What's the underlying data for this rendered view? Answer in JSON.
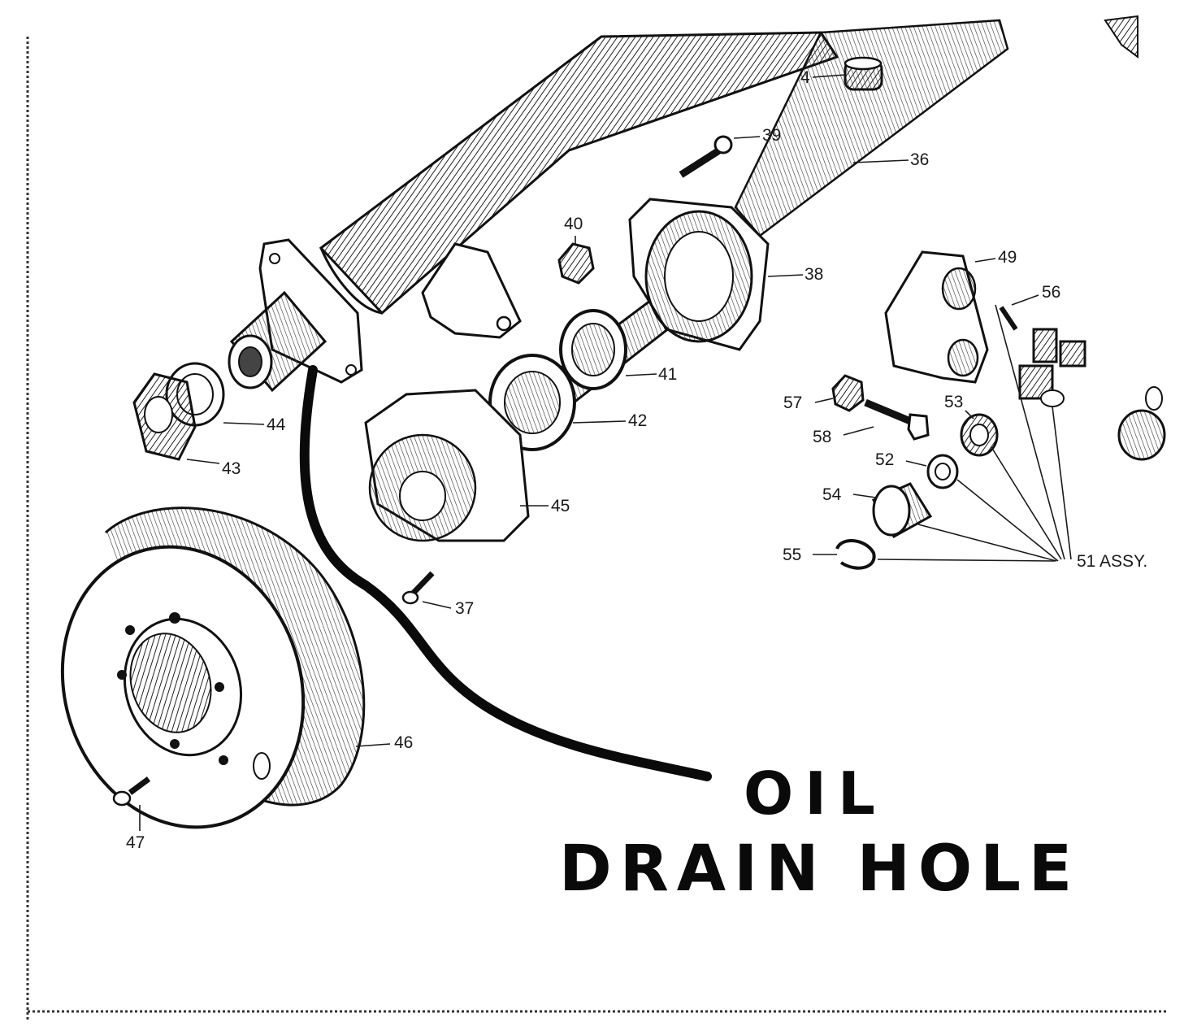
{
  "callouts": [
    {
      "id": "4",
      "label": "4"
    },
    {
      "id": "39",
      "label": "39"
    },
    {
      "id": "36",
      "label": "36"
    },
    {
      "id": "40",
      "label": "40"
    },
    {
      "id": "38",
      "label": "38"
    },
    {
      "id": "49",
      "label": "49"
    },
    {
      "id": "56",
      "label": "56"
    },
    {
      "id": "41",
      "label": "41"
    },
    {
      "id": "44",
      "label": "44"
    },
    {
      "id": "43",
      "label": "43"
    },
    {
      "id": "57",
      "label": "57"
    },
    {
      "id": "53",
      "label": "53"
    },
    {
      "id": "42",
      "label": "42"
    },
    {
      "id": "58",
      "label": "58"
    },
    {
      "id": "52",
      "label": "52"
    },
    {
      "id": "54",
      "label": "54"
    },
    {
      "id": "45",
      "label": "45"
    },
    {
      "id": "55",
      "label": "55"
    },
    {
      "id": "51",
      "label": "51 ASSY."
    },
    {
      "id": "37",
      "label": "37"
    },
    {
      "id": "46",
      "label": "46"
    },
    {
      "id": "47",
      "label": "47"
    }
  ],
  "annotation": {
    "line1": "OIL",
    "line2": "DRAIN HOLE"
  },
  "colors": {
    "ink": "#1a1a1a",
    "marker": "#0a0a0a",
    "paper": "#ffffff"
  }
}
